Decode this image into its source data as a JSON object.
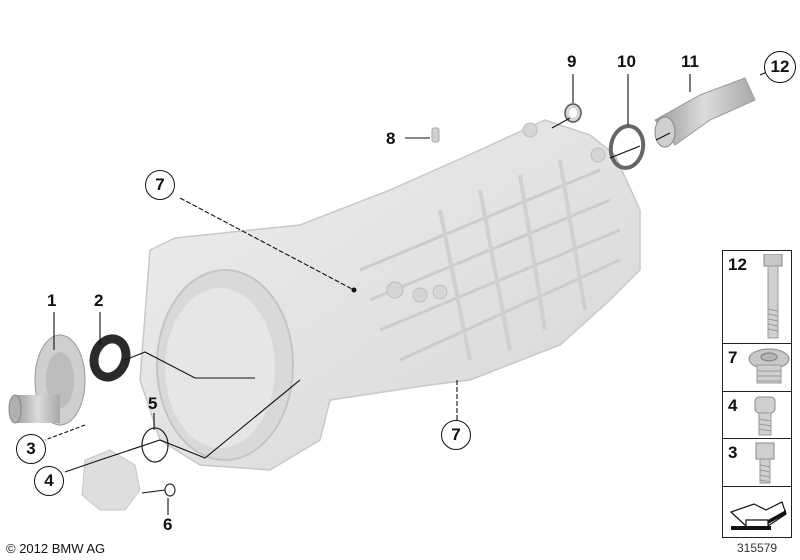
{
  "diagram": {
    "title": "Gearbox housing parts diagram",
    "callouts": [
      {
        "id": "1",
        "label": "1",
        "style": "plain"
      },
      {
        "id": "2",
        "label": "2",
        "style": "plain"
      },
      {
        "id": "3",
        "label": "3",
        "style": "circled"
      },
      {
        "id": "4",
        "label": "4",
        "style": "circled"
      },
      {
        "id": "5",
        "label": "5",
        "style": "plain"
      },
      {
        "id": "6",
        "label": "6",
        "style": "plain"
      },
      {
        "id": "7a",
        "label": "7",
        "style": "circled"
      },
      {
        "id": "7b",
        "label": "7",
        "style": "circled"
      },
      {
        "id": "8",
        "label": "8",
        "style": "plain"
      },
      {
        "id": "9",
        "label": "9",
        "style": "plain"
      },
      {
        "id": "10",
        "label": "10",
        "style": "plain"
      },
      {
        "id": "11",
        "label": "11",
        "style": "plain"
      },
      {
        "id": "12",
        "label": "12",
        "style": "circled"
      }
    ],
    "parts": [
      {
        "label": "1",
        "name": "guide-sleeve"
      },
      {
        "label": "2",
        "name": "shaft-seal"
      },
      {
        "label": "5",
        "name": "o-ring"
      },
      {
        "label": "6",
        "name": "small-o-ring"
      },
      {
        "label": "8",
        "name": "dowel-pin"
      },
      {
        "label": "9",
        "name": "shaft-seal-small"
      },
      {
        "label": "10",
        "name": "o-ring-large"
      },
      {
        "label": "11",
        "name": "output-flange-shaft"
      },
      {
        "label": "-",
        "name": "pump-assembly"
      },
      {
        "label": "-",
        "name": "transmission-housing"
      }
    ]
  },
  "legend": {
    "items": [
      {
        "label": "12",
        "part": "hex-bolt"
      },
      {
        "label": "7",
        "part": "screw-plug"
      },
      {
        "label": "4",
        "part": "torx-bolt"
      },
      {
        "label": "3",
        "part": "socket-head-bolt"
      }
    ],
    "arrow_icon": "direction-arrow-icon"
  },
  "footer": {
    "copyright": "© 2012 BMW AG",
    "diagram_number": "315579"
  },
  "colors": {
    "housing": "#e3e3e3",
    "housing_shadow": "#cfcfcf",
    "line": "#111111",
    "background": "#ffffff"
  }
}
